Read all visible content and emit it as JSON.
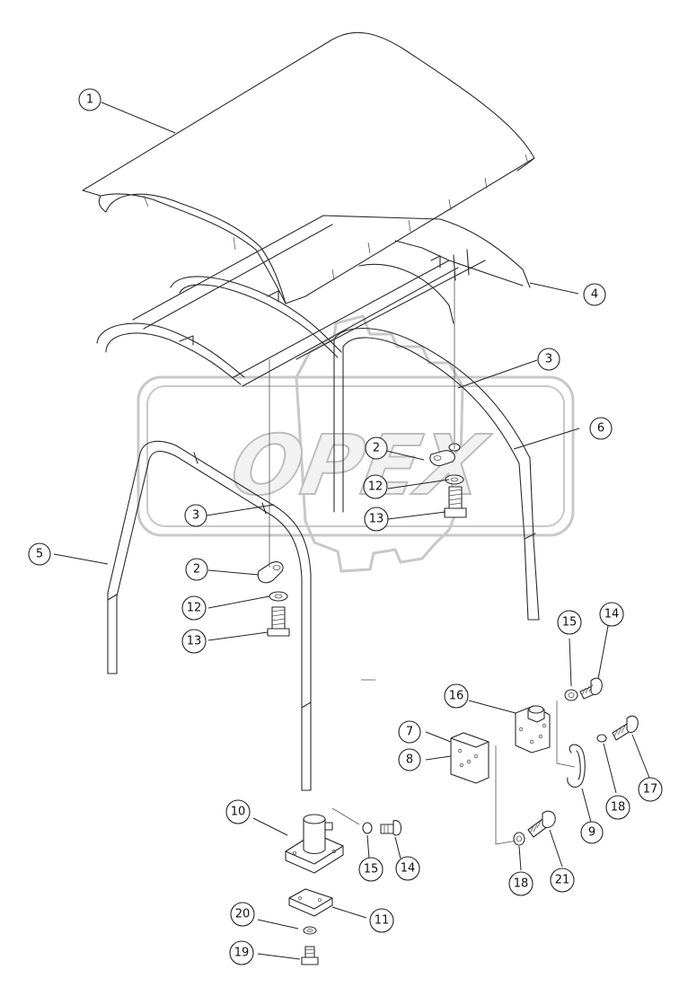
{
  "watermark": {
    "text": "OPEX"
  },
  "callouts": [
    {
      "id": "c1",
      "label": "1"
    },
    {
      "id": "c2a",
      "label": "2"
    },
    {
      "id": "c2b",
      "label": "2"
    },
    {
      "id": "c3a",
      "label": "3"
    },
    {
      "id": "c3b",
      "label": "3"
    },
    {
      "id": "c4",
      "label": "4"
    },
    {
      "id": "c5",
      "label": "5"
    },
    {
      "id": "c6",
      "label": "6"
    },
    {
      "id": "c7",
      "label": "7"
    },
    {
      "id": "c8",
      "label": "8"
    },
    {
      "id": "c9",
      "label": "9"
    },
    {
      "id": "c10",
      "label": "10"
    },
    {
      "id": "c11",
      "label": "11"
    },
    {
      "id": "c12a",
      "label": "12"
    },
    {
      "id": "c12b",
      "label": "12"
    },
    {
      "id": "c13a",
      "label": "13"
    },
    {
      "id": "c13b",
      "label": "13"
    },
    {
      "id": "c14a",
      "label": "14"
    },
    {
      "id": "c14b",
      "label": "14"
    },
    {
      "id": "c15a",
      "label": "15"
    },
    {
      "id": "c15b",
      "label": "15"
    },
    {
      "id": "c16",
      "label": "16"
    },
    {
      "id": "c17",
      "label": "17"
    },
    {
      "id": "c18a",
      "label": "18"
    },
    {
      "id": "c18b",
      "label": "18"
    },
    {
      "id": "c19",
      "label": "19"
    },
    {
      "id": "c20",
      "label": "20"
    },
    {
      "id": "c21",
      "label": "21"
    }
  ]
}
